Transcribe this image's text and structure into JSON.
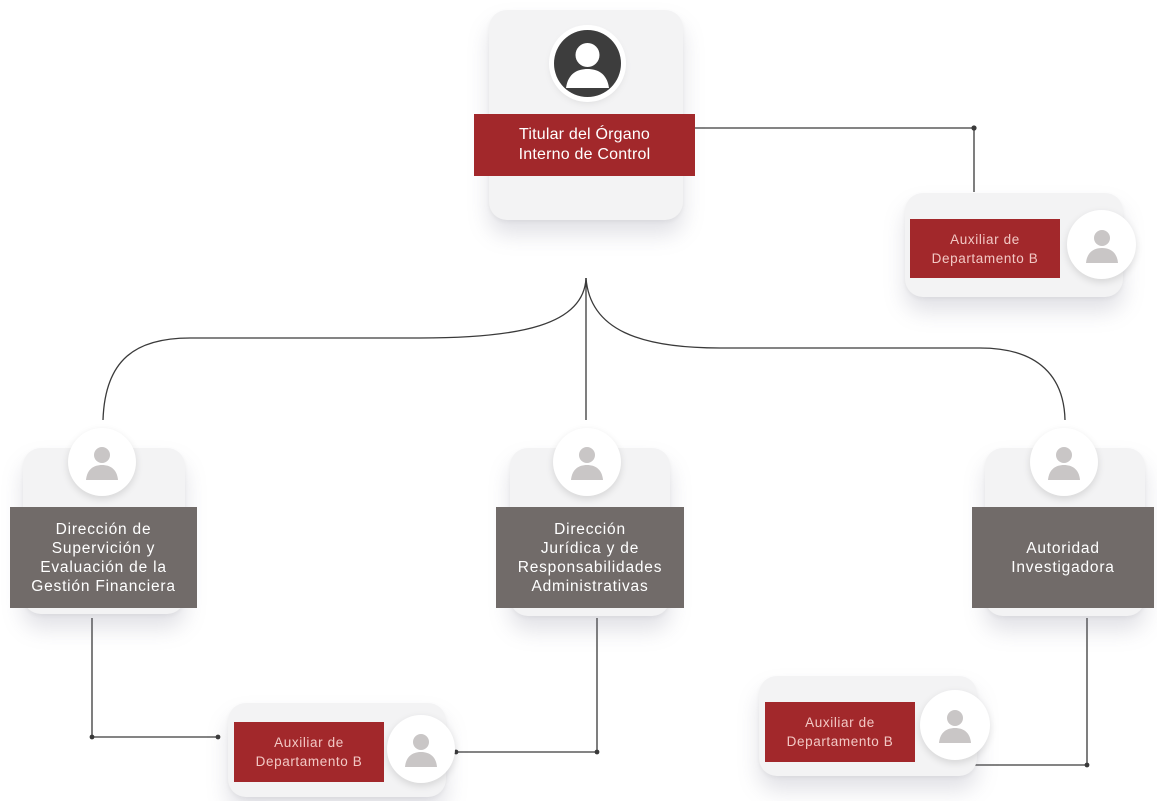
{
  "org": {
    "head": {
      "label": "Titular del Órgano\nInterno de Control"
    },
    "head_assistant": {
      "label": "Auxiliar de\nDepartamento B"
    },
    "dir_financial": {
      "label": "Dirección de\nSupervición y\nEvaluación de la\nGestión Financiera"
    },
    "dir_legal": {
      "label": "Dirección\nJurídica y de\nResponsabilidades\nAdministrativas"
    },
    "dir_investigative": {
      "label": "Autoridad\nInvestigadora"
    },
    "shared_assistant": {
      "label": "Auxiliar de\nDepartamento B"
    },
    "investigative_assistant": {
      "label": "Auxiliar de\nDepartamento B"
    }
  },
  "colors": {
    "title_red": "#a2282b",
    "director_gray": "#716b69",
    "card": "#f3f3f4",
    "connector": "#3a3a3a",
    "avatar_dark": "#3d3d3d",
    "avatar_light_icon": "#c9c6c6"
  },
  "icons": {
    "person": "user-avatar-icon"
  }
}
